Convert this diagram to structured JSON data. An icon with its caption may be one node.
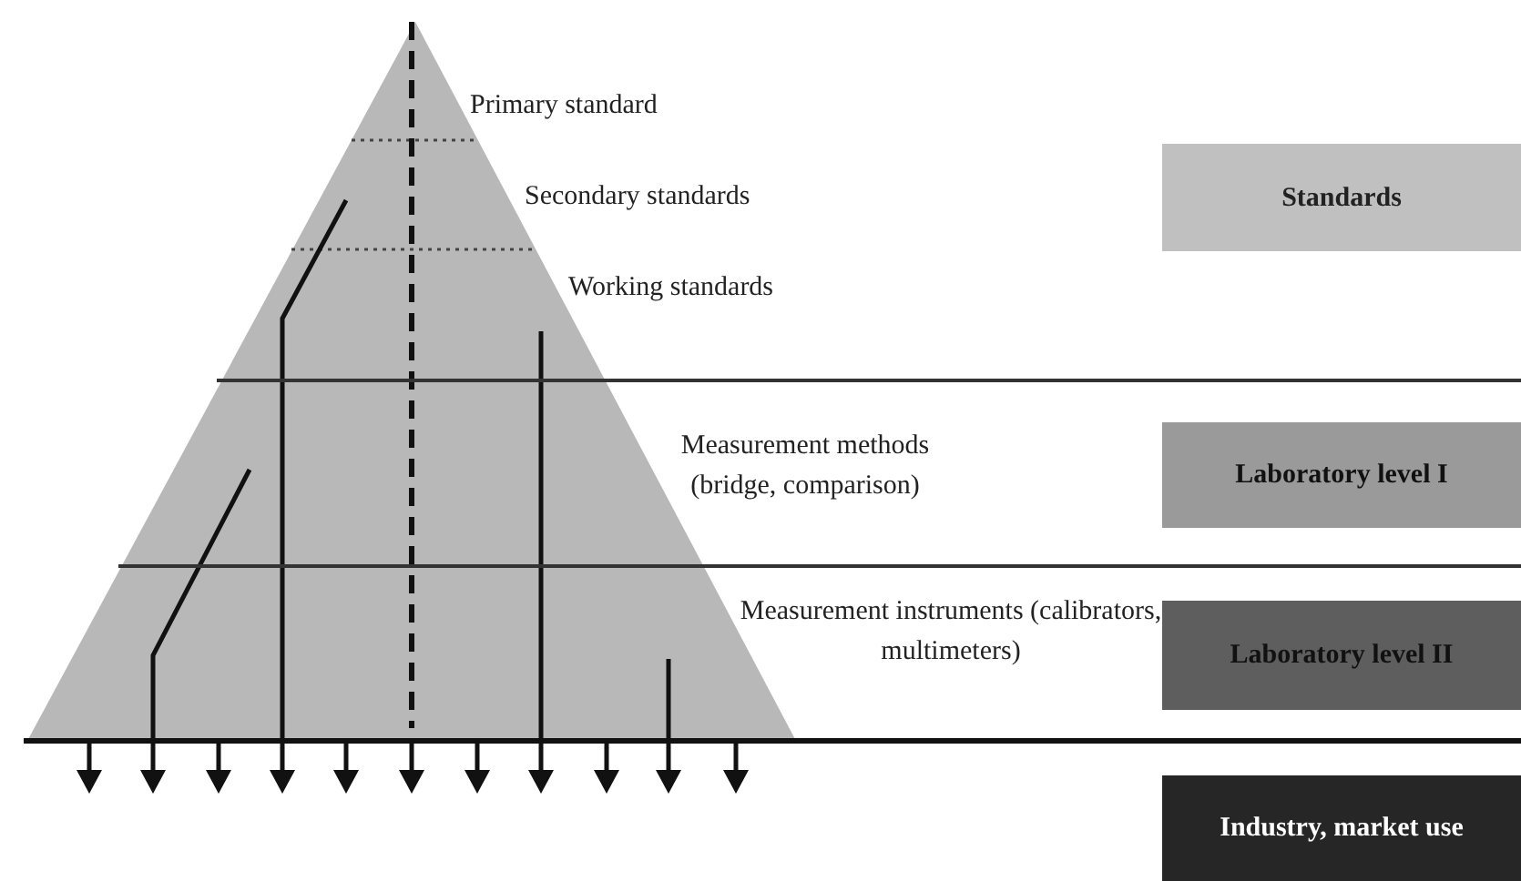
{
  "diagram": {
    "nodes": [
      {
        "text": [
          "Standards"
        ]
      },
      {
        "text": [
          "Laboratory level I"
        ]
      },
      {
        "text": [
          "Laboratory level II"
        ]
      },
      {
        "text": [
          "Industry, market use"
        ]
      }
    ],
    "labels": [
      "Primary standard",
      "Secondary standards",
      "Working standards",
      "Measurement methods (bridge, comparison)",
      "Measurement instruments (calibrators, multimeters)"
    ]
  }
}
